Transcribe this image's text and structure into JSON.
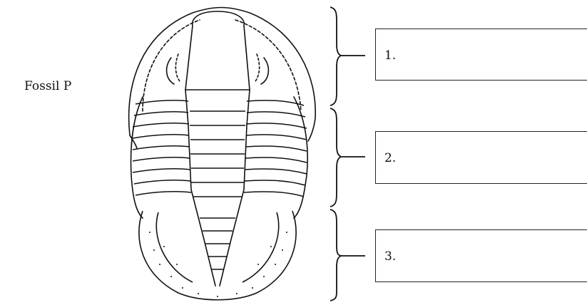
{
  "fossil": {
    "label": "Fossil P"
  },
  "boxes": [
    {
      "number": "1."
    },
    {
      "number": "2."
    },
    {
      "number": "3."
    }
  ]
}
